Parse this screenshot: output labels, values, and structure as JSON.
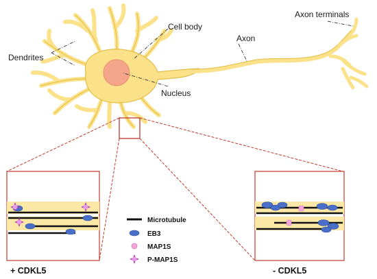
{
  "labels": {
    "dendrites": "Dendrites",
    "cell_body": "Cell body",
    "axon": "Axon",
    "axon_terminals": "Axon terminals",
    "nucleus": "Nucleus"
  },
  "legend": {
    "microtubule": "Microtubule",
    "eb3": "EB3",
    "map1s": "MAP1S",
    "p_map1s": "P-MAP1S"
  },
  "panels": {
    "left_caption": "+ CDKL5",
    "right_caption": "- CDKL5"
  },
  "colors": {
    "neuron_fill": "#fbe28a",
    "neuron_stroke": "#e3bd45",
    "nucleus_fill": "#f5a58a",
    "zoom_box": "#c0392b",
    "band": "#fbe7a6",
    "microtubule": "#111111",
    "eb3": "#4a6fc8",
    "map1s": "#f4a6d8",
    "p_map1s": "#b03fb0"
  }
}
